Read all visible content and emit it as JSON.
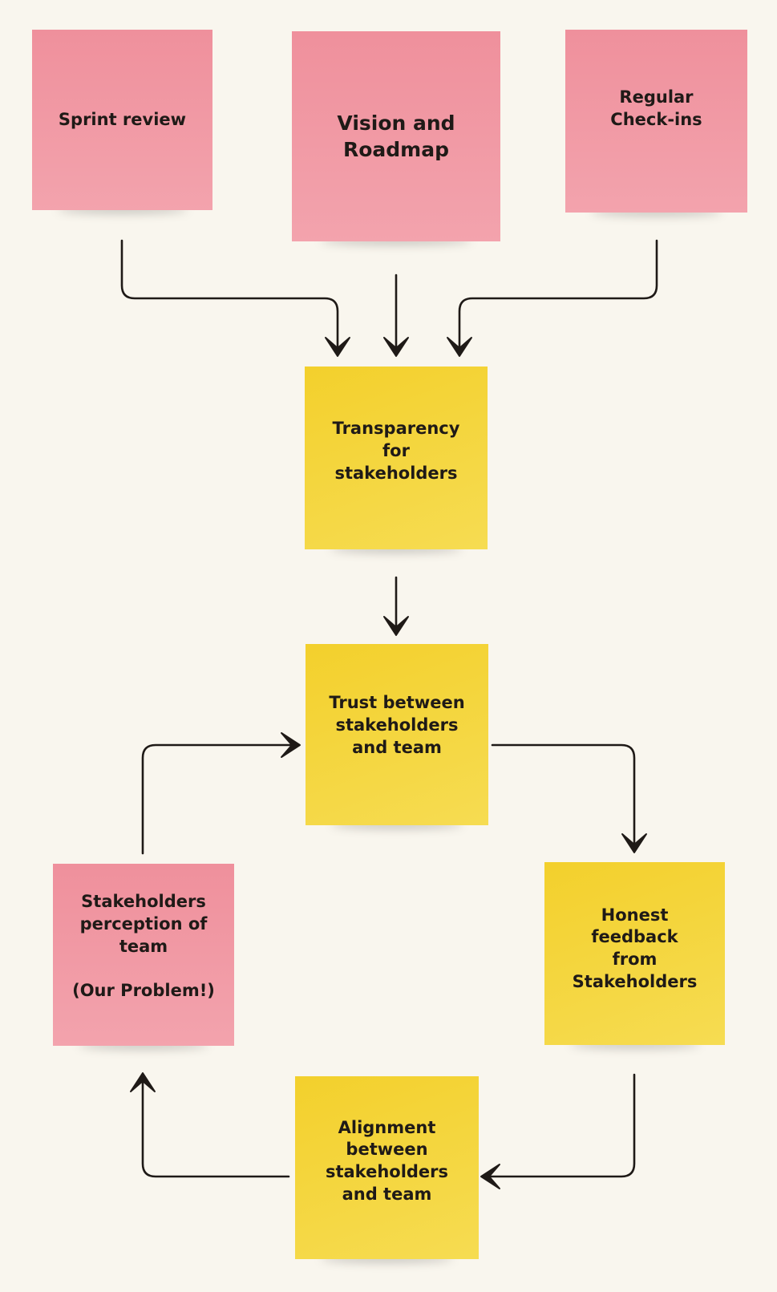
{
  "colors": {
    "background": "#f9f6ee",
    "pink_note": "#f19aa5",
    "yellow_note": "#f4d43a",
    "connector": "#1f1a17",
    "text": "#1f1a17"
  },
  "notes": {
    "sprint_review": "Sprint review",
    "vision_roadmap": "Vision and\nRoadmap",
    "regular_checkins": "Regular\nCheck-ins",
    "transparency": "Transparency for\nstakeholders",
    "trust": "Trust between\nstakeholders\nand team",
    "honest_feedback": "Honest feedback\nfrom\nStakeholders",
    "alignment": "Alignment\nbetween\nstakeholders\nand team",
    "perception": "Stakeholders\nperception of\nteam\n\n(Our Problem!)"
  },
  "connections": [
    {
      "from": "sprint_review",
      "to": "transparency"
    },
    {
      "from": "vision_roadmap",
      "to": "transparency"
    },
    {
      "from": "regular_checkins",
      "to": "transparency"
    },
    {
      "from": "transparency",
      "to": "trust"
    },
    {
      "from": "trust",
      "to": "honest_feedback"
    },
    {
      "from": "honest_feedback",
      "to": "alignment"
    },
    {
      "from": "alignment",
      "to": "perception"
    },
    {
      "from": "perception",
      "to": "trust"
    }
  ]
}
